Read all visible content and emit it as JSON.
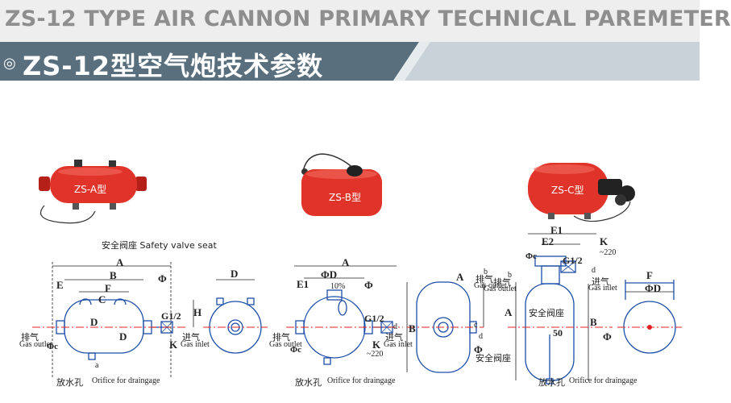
{
  "header": {
    "english_title": "ZS-12 TYPE AIR CANNON PRIMARY TECHNICAL PAREMETER",
    "chinese_title": "ZS-12型空气炮技术参数",
    "bullet": "◎"
  },
  "photos": {
    "a": "ZS-A型",
    "b": "ZS-B型",
    "c": "ZS-C型"
  },
  "drawing_a": {
    "valve_seat": "安全阀座 Safety valve seat",
    "A": "A",
    "B": "B",
    "E": "E",
    "F": "F",
    "C": "C",
    "D": "D",
    "D2": "D",
    "phi": "Φ",
    "phic": "Φc",
    "a": "a",
    "G12": "G1/2",
    "K": "K",
    "H": "H",
    "exhaust_cn": "排气",
    "exhaust_en": "Gas outlet",
    "inlet_cn": "进气",
    "inlet_en": "Gas inlet",
    "drain_cn": "放水孔",
    "drain_en": "Orifice for draingage",
    "side_D": "D"
  },
  "drawing_b": {
    "A": "A",
    "phiD": "ΦD",
    "E1": "E1",
    "pct": "10%",
    "phi": "Φ",
    "G12": "G1/2",
    "d": "d",
    "K": "K",
    "size": "~220",
    "phic": "Φc",
    "exhaust_cn": "排气",
    "exhaust_en": "Gas outlet",
    "inlet_cn": "进气",
    "inlet_en": "Gas inlet",
    "drain_cn": "放水孔",
    "drain_en": "Orifice for draingage",
    "side_A": "A",
    "side_B": "B",
    "side_b": "b",
    "side_c": "c",
    "side_d": "d",
    "side_phi": "Φ",
    "side_exhaust_cn": "排气",
    "side_exhaust_en": "Gas outlet",
    "valve_seat": "安全阀座"
  },
  "drawing_c": {
    "E1": "E1",
    "E2": "E2",
    "K": "K",
    "size": "~220",
    "G12": "G1/2",
    "phic": "Φc",
    "d": "d",
    "b": "b",
    "A": "A",
    "B": "B",
    "exhaust_cn": "排气",
    "exhaust_en": "Gas outlet",
    "inlet_cn": "进气",
    "inlet_en": "Gas inlet",
    "valve_seat": "安全阀座",
    "fifty": "50",
    "phi": "Φ",
    "drain_cn": "放水孔",
    "drain_en": "Orifice for draingage",
    "F": "F",
    "phiD": "ΦD"
  },
  "colors": {
    "band": "#5a6f7d",
    "band_light": "#c8d2d8",
    "tank_red": "#e0342a",
    "drawing_blue": "#1e4fa8",
    "center_red": "#e02020"
  }
}
